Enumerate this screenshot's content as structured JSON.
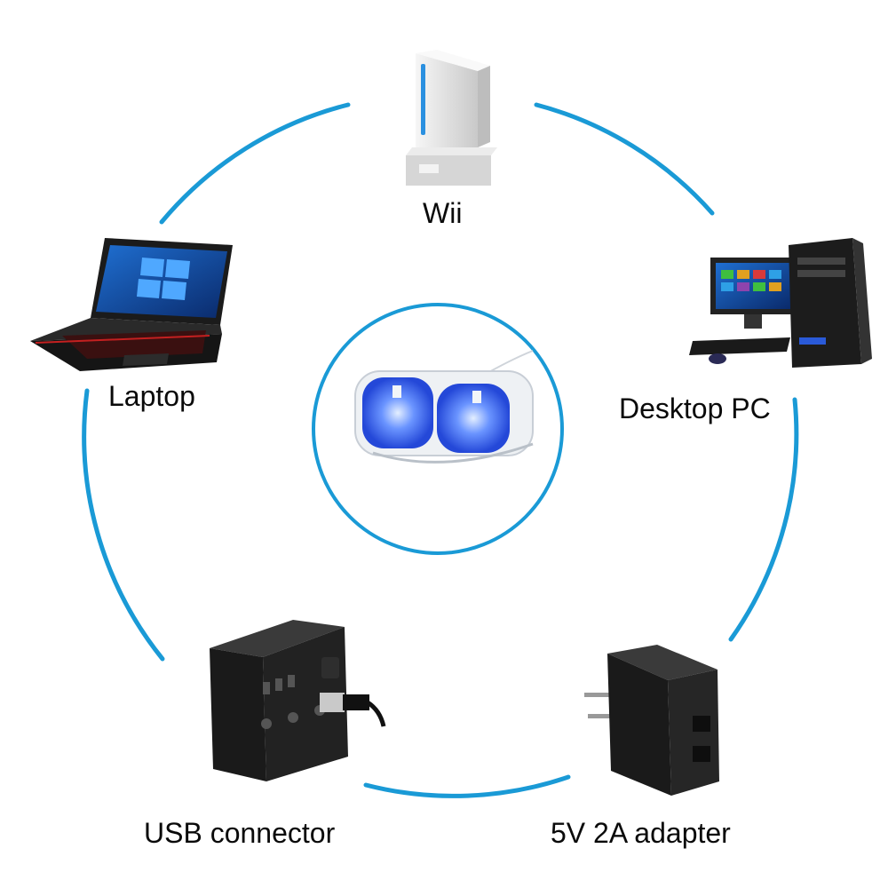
{
  "labels": {
    "wii": "Wii",
    "laptop": "Laptop",
    "desktop": "Desktop PC",
    "usb": "USB connector",
    "adapter": "5V 2A adapter"
  },
  "icons": {
    "center": "charging-dock-icon",
    "wii": "wii-console-icon",
    "laptop": "laptop-icon",
    "desktop": "desktop-pc-icon",
    "usb": "usb-power-strip-icon",
    "adapter": "wall-adapter-icon"
  },
  "colors": {
    "accent_blue": "#1a9ad6",
    "led_blue": "#3c6cff",
    "text": "#0a0a0a"
  }
}
